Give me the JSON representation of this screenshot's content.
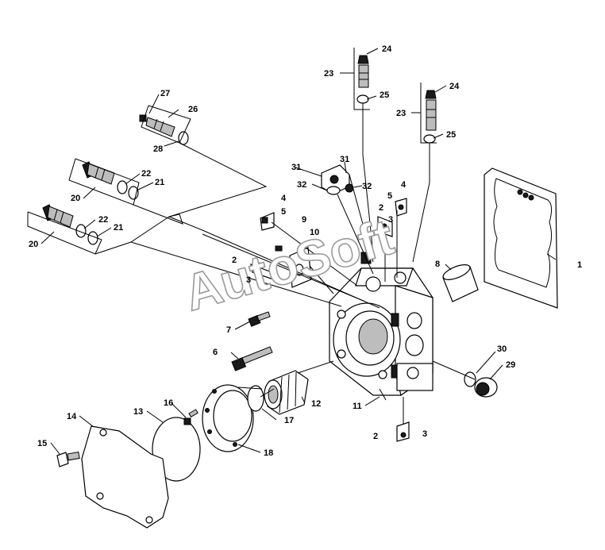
{
  "watermark": "AutoSoft",
  "callouts": {
    "c1": "1",
    "c2a": "2",
    "c2b": "2",
    "c2c": "2",
    "c3a": "3",
    "c3b": "3",
    "c3c": "3",
    "c4a": "4",
    "c4b": "4",
    "c5a": "5",
    "c5b": "5",
    "c6": "6",
    "c7": "7",
    "c8": "8",
    "c9": "9",
    "c10": "10",
    "c11": "11",
    "c12": "12",
    "c13": "13",
    "c14": "14",
    "c15": "15",
    "c16": "16",
    "c17": "17",
    "c18": "18",
    "c20a": "20",
    "c20b": "20",
    "c21a": "21",
    "c21b": "21",
    "c22a": "22",
    "c22b": "22",
    "c23a": "23",
    "c23b": "23",
    "c24a": "24",
    "c24b": "24",
    "c25a": "25",
    "c25b": "25",
    "c26": "26",
    "c27": "27",
    "c28": "28",
    "c29": "29",
    "c30": "30",
    "c31a": "31",
    "c31b": "31",
    "c32a": "32",
    "c32b": "32"
  }
}
